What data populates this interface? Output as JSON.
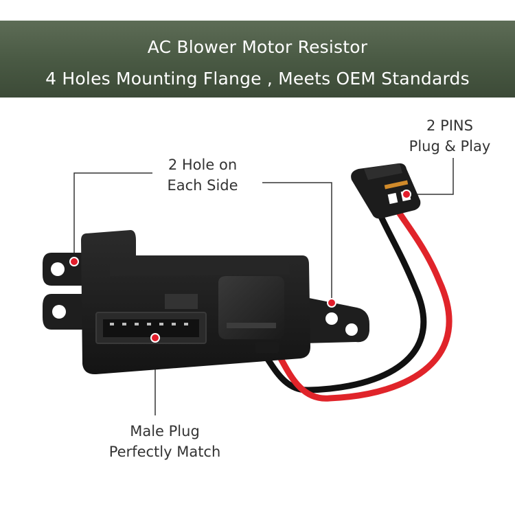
{
  "banner": {
    "title": "AC Blower Motor Resistor",
    "subtitle": "4 Holes Mounting Flange , Meets OEM Standards"
  },
  "callouts": {
    "holes": {
      "line1": "2 Hole on",
      "line2": "Each Side"
    },
    "pins": {
      "line1": "2 PINS",
      "line2": "Plug & Play"
    },
    "plug": {
      "line1": "Male Plug",
      "line2": "Perfectly Match"
    }
  },
  "colors": {
    "banner": "#4a5a44",
    "marker": "#e21d2b",
    "body": "#1c1c1c",
    "wire_red": "#e0242a",
    "wire_black": "#111111"
  }
}
